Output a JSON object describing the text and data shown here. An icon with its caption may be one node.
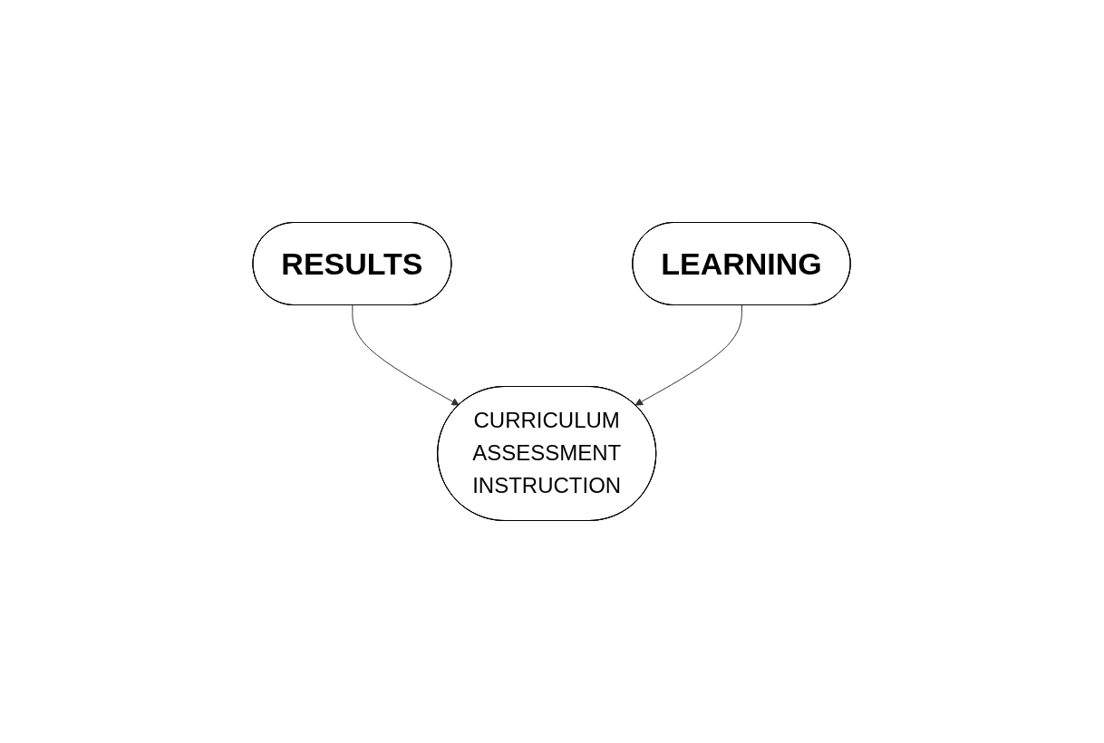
{
  "diagram": {
    "nodes": [
      {
        "text": [
          "RESULTS"
        ]
      },
      {
        "text": [
          "LEARNING"
        ]
      },
      {
        "text": [
          "CURRICULUM",
          "ASSESSMENT",
          "INSTRUCTION"
        ]
      }
    ],
    "edges": [
      {
        "from": 0,
        "to": 2,
        "arrow": "to"
      },
      {
        "from": 1,
        "to": 2,
        "arrow": "to"
      }
    ]
  }
}
